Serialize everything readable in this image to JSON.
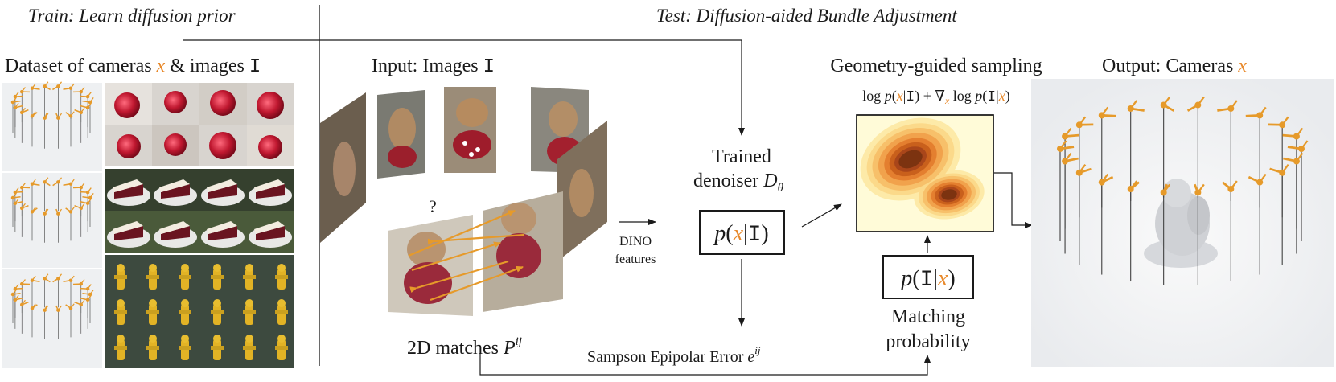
{
  "train_section": {
    "title": "Train: Learn diffusion prior",
    "dataset_label_prefix": "Dataset of cameras ",
    "dataset_var_x": "x",
    "dataset_label_mid": " & images ",
    "dataset_var_I": "I"
  },
  "test_section": {
    "title": "Test: Diffusion-aided Bundle Adjustment",
    "input_label_prefix": "Input: Images ",
    "input_var_I": "I",
    "question_mark": "?",
    "matches_label": "2D matches ",
    "matches_var": "P",
    "matches_sup": "ij",
    "dino_line1": "DINO",
    "dino_line2": "features",
    "denoiser_line1": "Trained",
    "denoiser_line2": "denoiser ",
    "denoiser_var": "D",
    "denoiser_sub": "θ",
    "prior_box": {
      "p": "p",
      "open": "(",
      "x": "x",
      "bar": "|",
      "I": "I",
      "close": ")"
    },
    "guided_label": "Geometry-guided sampling",
    "guided_formula": {
      "log1": "log ",
      "p1": "p",
      "open1": "(",
      "x1": "x",
      "bar1": "|",
      "I1": "I",
      "close1": ")",
      "plus": " + ∇",
      "grad_sub": "x",
      "log2": " log ",
      "p2": "p",
      "open2": "(",
      "I2": "I",
      "bar2": "|",
      "x2": "x",
      "close2": ")"
    },
    "likelihood_box": {
      "p": "p",
      "open": "(",
      "I": "I",
      "bar": "|",
      "x": "x",
      "close": ")"
    },
    "matching_line1": "Matching",
    "matching_line2": "probability",
    "sampson_label": "Sampson Epipolar Error  ",
    "sampson_var": "e",
    "sampson_sup": "ij",
    "output_label_prefix": "Output: Cameras ",
    "output_var_x": "x"
  },
  "colors": {
    "accent_orange": "#e8892b",
    "camera_orange": "#e69a2a",
    "line": "#1a1a1a",
    "density_bg": "#fffbd8",
    "density_dark": "#8a3b0c"
  },
  "icons": {
    "camera_ring": "camera-ring-icon",
    "apple": "apple-icon",
    "cake": "cake-icon",
    "hydrant": "hydrant-icon",
    "teddy": "teddy-bear-icon",
    "density": "density-heatmap-icon",
    "statue": "statue-icon"
  }
}
